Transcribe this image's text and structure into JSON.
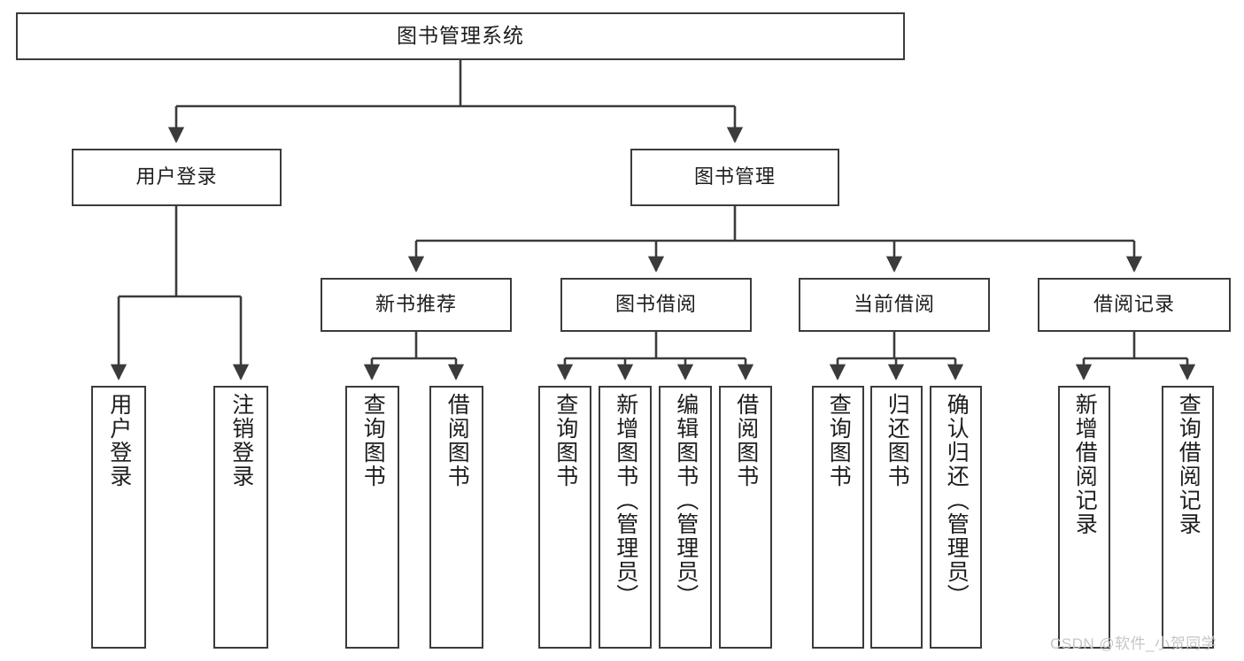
{
  "diagram": {
    "type": "tree",
    "title": "图书管理系统",
    "orientation": "top-down",
    "edge_style": "orthogonal-arrow",
    "colors": {
      "stroke": "#3b3b3b",
      "fill": "#ffffff",
      "text": "#1d1d1d",
      "watermark": "#c6c6c6"
    },
    "root": {
      "label": "图书管理系统"
    },
    "level1": [
      {
        "id": "user-login",
        "label": "用户登录"
      },
      {
        "id": "book-manage",
        "label": "图书管理"
      }
    ],
    "level2": [
      {
        "id": "new-book-recommend",
        "label": "新书推荐"
      },
      {
        "id": "book-borrow",
        "label": "图书借阅"
      },
      {
        "id": "current-borrow",
        "label": "当前借阅"
      },
      {
        "id": "borrow-record",
        "label": "借阅记录"
      }
    ],
    "leaves": {
      "user_login": [
        {
          "id": "leaf-user-login",
          "label": "用户登录"
        },
        {
          "id": "leaf-logout",
          "label": "注销登录"
        }
      ],
      "new_book_recommend": [
        {
          "id": "leaf-query-book-1",
          "label": "查询图书"
        },
        {
          "id": "leaf-borrow-book-1",
          "label": "借阅图书"
        }
      ],
      "book_borrow": [
        {
          "id": "leaf-query-book-2",
          "label": "查询图书"
        },
        {
          "id": "leaf-add-book",
          "label": "新增图书（管理员）"
        },
        {
          "id": "leaf-edit-book",
          "label": "编辑图书（管理员）"
        },
        {
          "id": "leaf-borrow-book-2",
          "label": "借阅图书"
        }
      ],
      "current_borrow": [
        {
          "id": "leaf-query-book-3",
          "label": "查询图书"
        },
        {
          "id": "leaf-return-book",
          "label": "归还图书"
        },
        {
          "id": "leaf-confirm-return",
          "label": "确认归还（管理员）"
        }
      ],
      "borrow_record": [
        {
          "id": "leaf-add-record",
          "label": "新增借阅记录"
        },
        {
          "id": "leaf-query-record",
          "label": "查询借阅记录"
        }
      ]
    }
  },
  "watermark": {
    "text": "CSDN @软件_小贺同学"
  }
}
